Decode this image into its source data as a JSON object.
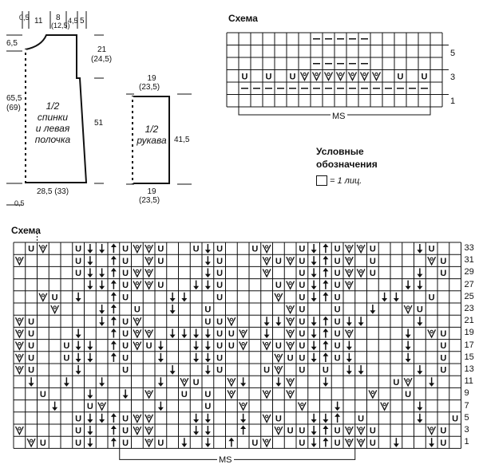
{
  "pattern": {
    "widths": {
      "w05": "0,5",
      "w11": "11",
      "w8": "8",
      "w125": "(12,5)",
      "w45": "4,5",
      "w5": "5"
    },
    "left_dims": {
      "neck": "6,5",
      "total": "65,5",
      "total_alt": "(69)",
      "bottom": "0,5"
    },
    "right_dims": {
      "arm": "21",
      "arm_alt": "(24,5)",
      "side": "51"
    },
    "bottom_width": "28,5 (33)",
    "piece_label": [
      "1/2",
      "спинки",
      "и левая",
      "полочка"
    ]
  },
  "sleeve": {
    "top": "19",
    "top_alt": "(23,5)",
    "label": [
      "1/2",
      "рукава"
    ],
    "height": "41,5",
    "bottom": "19",
    "bottom_alt": "(23,5)"
  },
  "small_chart": {
    "title": "Схема",
    "row_labels": [
      "5",
      "3",
      "1"
    ],
    "ms": "MS",
    "cols": 18,
    "rows": 6
  },
  "legend": {
    "title_line1": "Условные",
    "title_line2": "обозначения",
    "item": "= 1 лиц."
  },
  "big_chart": {
    "title": "Схема",
    "ms": "MS",
    "cols": 38,
    "rows": 17,
    "row_labels": [
      "33",
      "31",
      "29",
      "27",
      "25",
      "23",
      "21",
      "19",
      "17",
      "15",
      "13",
      "11",
      "9",
      "7",
      "5",
      "3",
      "1"
    ]
  },
  "colors": {
    "ink": "#111111",
    "paper": "#ffffff"
  }
}
